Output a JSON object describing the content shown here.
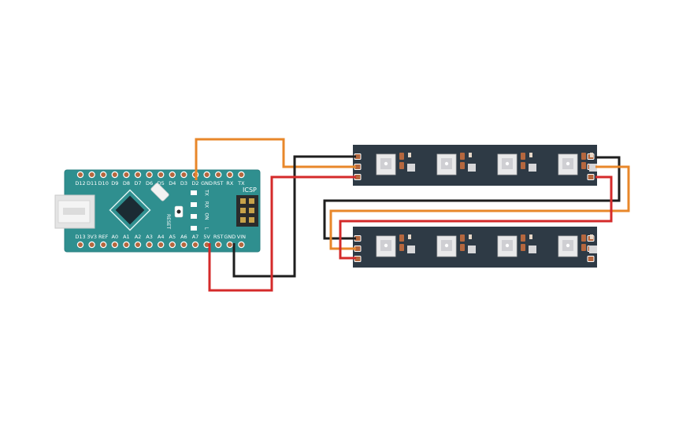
{
  "colors": {
    "board": "#2f8f8f",
    "board_edge": "#2a7f80",
    "strip": "#2e3a45",
    "wire_data": "#e8872a",
    "wire_power": "#d42a2a",
    "wire_ground": "#1e1e1e",
    "pad": "#b5673e"
  },
  "board": {
    "top_pins": [
      "D12",
      "D11",
      "D10",
      "D9",
      "D8",
      "D7",
      "D6",
      "D5",
      "D4",
      "D3",
      "D2",
      "GND",
      "RST",
      "RX",
      "TX"
    ],
    "bottom_pins": [
      "D13",
      "3V3",
      "REF",
      "A0",
      "A1",
      "A2",
      "A3",
      "A4",
      "A5",
      "A6",
      "A7",
      "5V",
      "RST",
      "GND",
      "VIN"
    ],
    "status_labels": [
      "TX",
      "RX",
      "ON",
      "L"
    ],
    "icsp_label": "ICSP",
    "reset_label": "RESET",
    "usb_icon": "usb-connector-icon",
    "chip_icon": "microcontroller-chip-icon"
  },
  "strips": [
    {
      "id": "strip-1",
      "led_count": 4
    },
    {
      "id": "strip-2",
      "led_count": 4
    }
  ]
}
